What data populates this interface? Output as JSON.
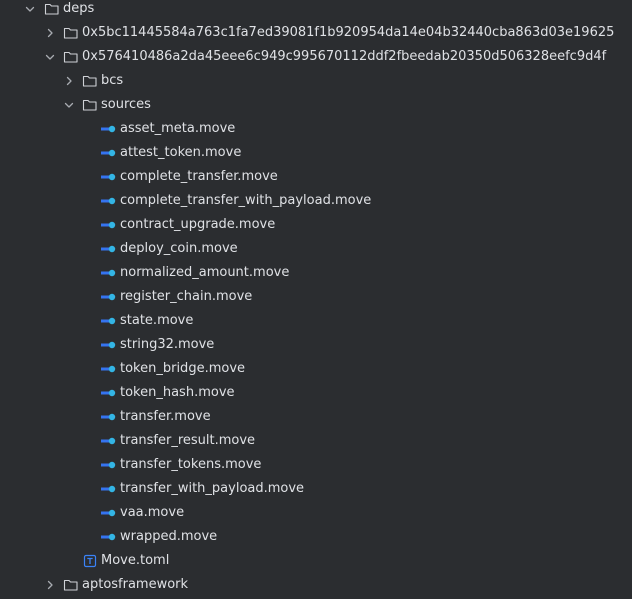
{
  "colors": {
    "background": "#2b2d30",
    "text": "#dfe1e5",
    "chevron": "#a8abb1",
    "folder_stroke": "#cfd1d6",
    "move_line": "#3574f0",
    "move_dot": "#33b5e5",
    "toml_blue": "#3b82f6"
  },
  "tree": {
    "deps": {
      "label": "deps",
      "state": "expanded",
      "icon": "folder-icon"
    },
    "pkg1": {
      "label": "0x5bc11445584a763c1fa7ed39081f1b920954da14e04b32440cba863d03e19625",
      "state": "collapsed",
      "icon": "folder-icon"
    },
    "pkg2": {
      "label": "0x576410486a2da45eee6c949c995670112ddf2fbeedab20350d506328eefc9d4f",
      "state": "expanded",
      "icon": "folder-icon"
    },
    "bcs": {
      "label": "bcs",
      "state": "collapsed",
      "icon": "folder-icon"
    },
    "sources": {
      "label": "sources",
      "state": "expanded",
      "icon": "folder-icon"
    },
    "files": [
      {
        "label": "asset_meta.move",
        "icon": "move-file-icon"
      },
      {
        "label": "attest_token.move",
        "icon": "move-file-icon"
      },
      {
        "label": "complete_transfer.move",
        "icon": "move-file-icon"
      },
      {
        "label": "complete_transfer_with_payload.move",
        "icon": "move-file-icon"
      },
      {
        "label": "contract_upgrade.move",
        "icon": "move-file-icon"
      },
      {
        "label": "deploy_coin.move",
        "icon": "move-file-icon"
      },
      {
        "label": "normalized_amount.move",
        "icon": "move-file-icon"
      },
      {
        "label": "register_chain.move",
        "icon": "move-file-icon"
      },
      {
        "label": "state.move",
        "icon": "move-file-icon"
      },
      {
        "label": "string32.move",
        "icon": "move-file-icon"
      },
      {
        "label": "token_bridge.move",
        "icon": "move-file-icon"
      },
      {
        "label": "token_hash.move",
        "icon": "move-file-icon"
      },
      {
        "label": "transfer.move",
        "icon": "move-file-icon"
      },
      {
        "label": "transfer_result.move",
        "icon": "move-file-icon"
      },
      {
        "label": "transfer_tokens.move",
        "icon": "move-file-icon"
      },
      {
        "label": "transfer_with_payload.move",
        "icon": "move-file-icon"
      },
      {
        "label": "vaa.move",
        "icon": "move-file-icon"
      },
      {
        "label": "wrapped.move",
        "icon": "move-file-icon"
      }
    ],
    "move_toml": {
      "label": "Move.toml",
      "icon": "toml-file-icon"
    },
    "aptosframework": {
      "label": "aptosframework",
      "state": "collapsed",
      "icon": "folder-icon"
    }
  }
}
